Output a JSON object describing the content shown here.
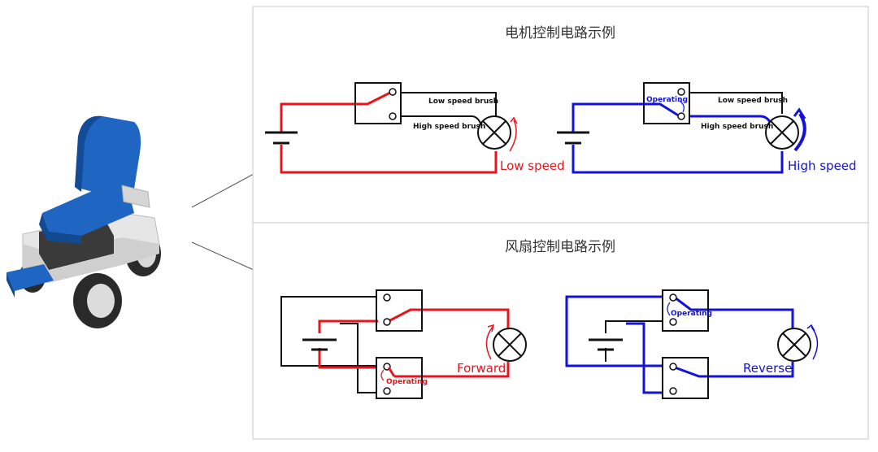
{
  "colors": {
    "red": "#e8141c",
    "blue": "#1212d8",
    "black": "#111111",
    "panel_border": "#c8c8c8",
    "chair_blue": "#1a5fb4"
  },
  "panels": {
    "motor": {
      "title": "电机控制电路示例",
      "low_circuit": {
        "brush_low": "Low speed brush",
        "brush_high": "High speed brush",
        "caption": "Low speed"
      },
      "high_circuit": {
        "operating": "Operating",
        "brush_low": "Low speed brush",
        "brush_high": "High speed brush",
        "caption": "High speed"
      }
    },
    "fan": {
      "title": "风扇控制电路示例",
      "forward_circuit": {
        "operating": "Operating",
        "caption": "Forward"
      },
      "reverse_circuit": {
        "operating": "Operating",
        "caption": "Reverse"
      }
    }
  },
  "icons": {
    "wheelchair": "powered-wheelchair-icon",
    "battery": "battery-icon",
    "motor": "motor-icon",
    "relay": "relay-switch-icon"
  }
}
